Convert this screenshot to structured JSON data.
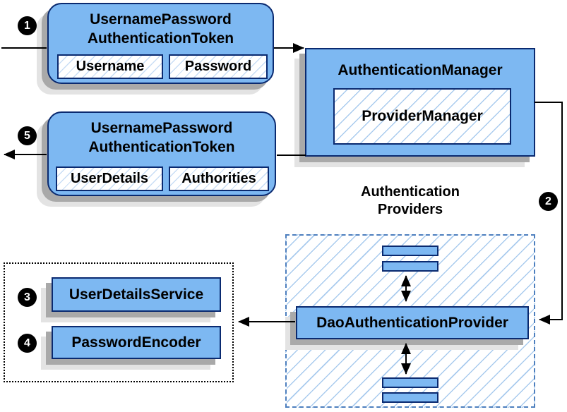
{
  "diagram": {
    "kind": "spring-security-authentication-flow",
    "colors": {
      "node_fill": "#7db8f2",
      "node_border": "#0a2a70",
      "hatch_line": "#a9cbee",
      "providers_dashed_border": "#4d7fbe",
      "shadow_dark": "#a9a9a9",
      "shadow_light": "#e3e3e3",
      "connector": "#000000",
      "badge_bg": "#000000",
      "badge_text": "#ffffff"
    },
    "steps": [
      {
        "label": "1"
      },
      {
        "label": "2"
      },
      {
        "label": "3"
      },
      {
        "label": "4"
      },
      {
        "label": "5"
      }
    ],
    "nodes": {
      "request_token": {
        "title_line1": "UsernamePassword",
        "title_line2": "AuthenticationToken",
        "fields": [
          "Username",
          "Password"
        ]
      },
      "authentication_manager": {
        "title": "AuthenticationManager",
        "inner_label": "ProviderManager"
      },
      "result_token": {
        "title_line1": "UsernamePassword",
        "title_line2": "AuthenticationToken",
        "fields": [
          "UserDetails",
          "Authorities"
        ]
      },
      "authentication_providers": {
        "label_line1": "Authentication",
        "label_line2": "Providers",
        "provider_label": "DaoAuthenticationProvider"
      },
      "collaborators": {
        "items": [
          "UserDetailsService",
          "PasswordEncoder"
        ]
      }
    }
  }
}
